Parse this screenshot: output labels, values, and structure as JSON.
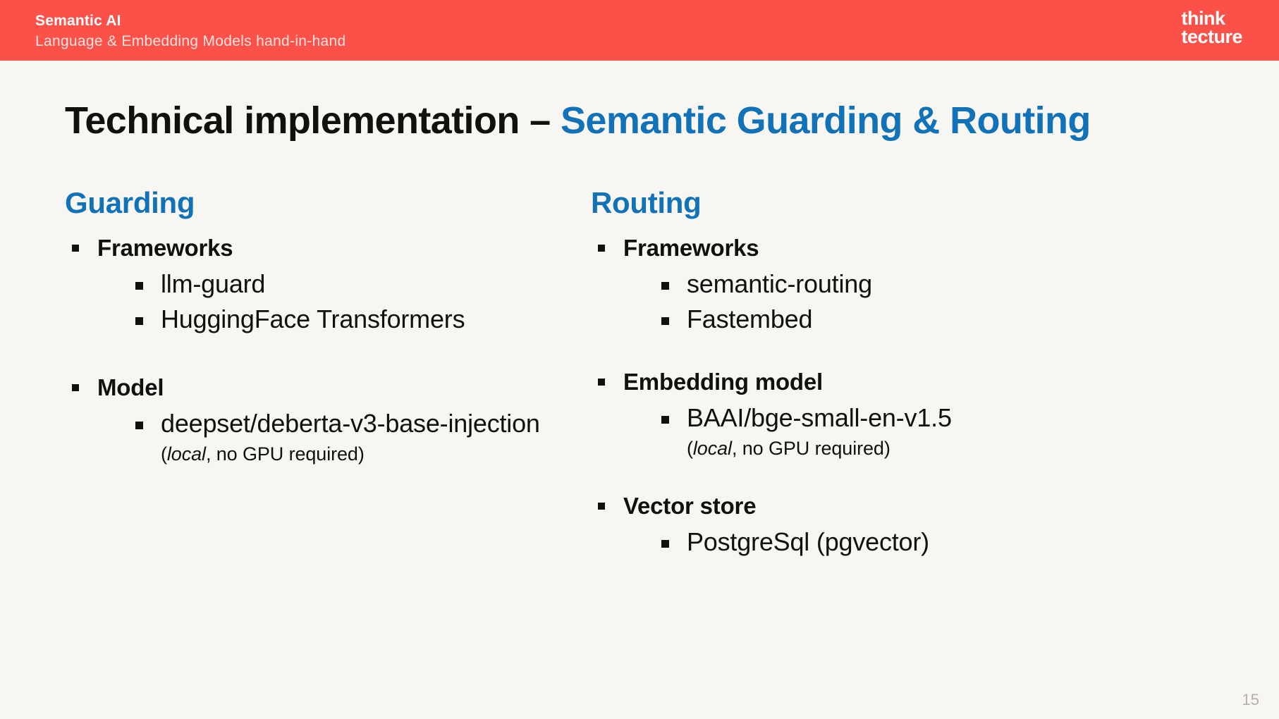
{
  "header": {
    "title": "Semantic AI",
    "subtitle": "Language & Embedding Models hand-in-hand",
    "logo_line1": "think",
    "logo_line2": "tecture",
    "bar_color": "#fb5149"
  },
  "slide": {
    "title_dark": "Technical implementation – ",
    "title_accent": "Semantic Guarding & Routing",
    "accent_color": "#1272b8",
    "background_color": "#f7f6f3",
    "page_number": "15"
  },
  "columns": [
    {
      "heading": "Guarding",
      "groups": [
        {
          "label": "Frameworks",
          "items": [
            {
              "text": "llm-guard"
            },
            {
              "text": "HuggingFace Transformers"
            }
          ]
        },
        {
          "label": "Model",
          "items": [
            {
              "text": "deepset/deberta-v3-base-injection",
              "note_open": "(",
              "note_italic": "local",
              "note_rest": ", no GPU required)"
            }
          ]
        }
      ]
    },
    {
      "heading": "Routing",
      "groups": [
        {
          "label": "Frameworks",
          "items": [
            {
              "text": "semantic-routing"
            },
            {
              "text": "Fastembed"
            }
          ]
        },
        {
          "label": "Embedding model",
          "items": [
            {
              "text": "BAAI/bge-small-en-v1.5",
              "note_open": "(",
              "note_italic": "local",
              "note_rest": ", no GPU required)"
            }
          ]
        },
        {
          "label": "Vector store",
          "items": [
            {
              "text": "PostgreSql (pgvector)"
            }
          ]
        }
      ]
    }
  ]
}
